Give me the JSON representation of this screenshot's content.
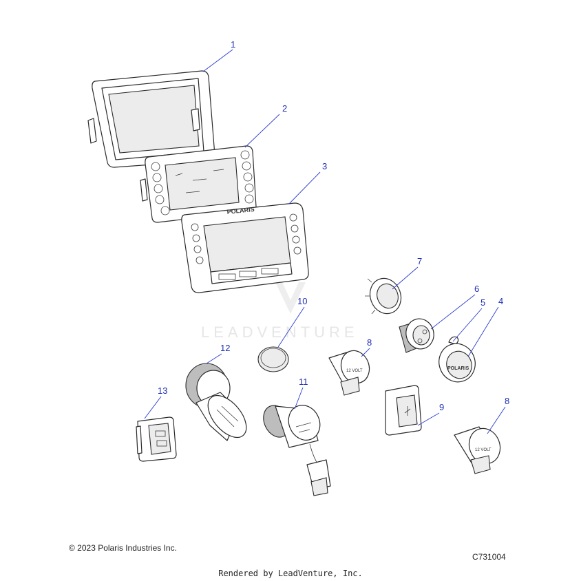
{
  "watermark": {
    "text": "LEADVENTURE"
  },
  "callouts": [
    "1",
    "2",
    "3",
    "4",
    "5",
    "6",
    "7",
    "8",
    "8",
    "9",
    "10",
    "11",
    "12",
    "13"
  ],
  "part_labels": {
    "cover_brand": "POLARIS",
    "socket_brand": "POLARIS",
    "socket_label": "12 VOLT"
  },
  "footer": {
    "copyright": "© 2023 Polaris Industries Inc.",
    "diagram_code": "C731004",
    "rendered_by": "Rendered by LeadVenture, Inc."
  },
  "colors": {
    "callout": "#1f2fb5",
    "line_art": "#2a2a2a",
    "watermark": "#e6e6e6"
  }
}
